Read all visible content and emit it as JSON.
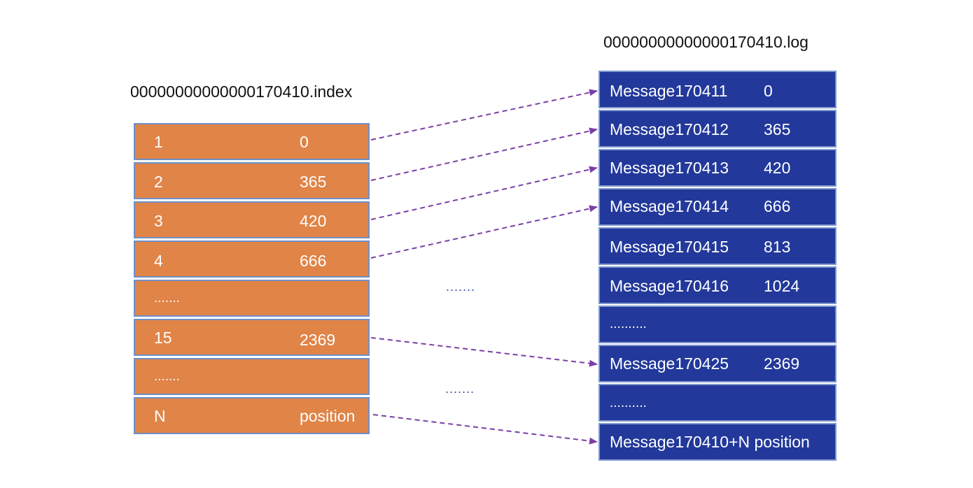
{
  "index_file": {
    "title": "00000000000000170410.index",
    "rows": [
      {
        "key": "1",
        "value": "0"
      },
      {
        "key": "2",
        "value": "365"
      },
      {
        "key": "3",
        "value": "420"
      },
      {
        "key": "4",
        "value": "666"
      },
      {
        "key": ".......",
        "value": ""
      },
      {
        "key": "15",
        "value": "2369"
      },
      {
        "key": ".......",
        "value": ""
      },
      {
        "key": "N",
        "value": "position"
      }
    ]
  },
  "log_file": {
    "title": "00000000000000170410.log",
    "rows": [
      {
        "message": "Message170411",
        "position": "0"
      },
      {
        "message": "Message170412",
        "position": "365"
      },
      {
        "message": "Message170413",
        "position": "420"
      },
      {
        "message": "Message170414",
        "position": "666"
      },
      {
        "message": "Message170415",
        "position": "813"
      },
      {
        "message": "Message170416",
        "position": "1024"
      },
      {
        "message": "..........",
        "position": ""
      },
      {
        "message": "Message170425",
        "position": "2369"
      },
      {
        "message": "..........",
        "position": ""
      },
      {
        "message": "Message170410+N position",
        "position": ""
      }
    ]
  },
  "middle_ellipses": [
    ".......",
    "......."
  ],
  "colors": {
    "index_fill": "#e08447",
    "log_fill": "#22389a",
    "arrow": "#7a3fa6"
  }
}
